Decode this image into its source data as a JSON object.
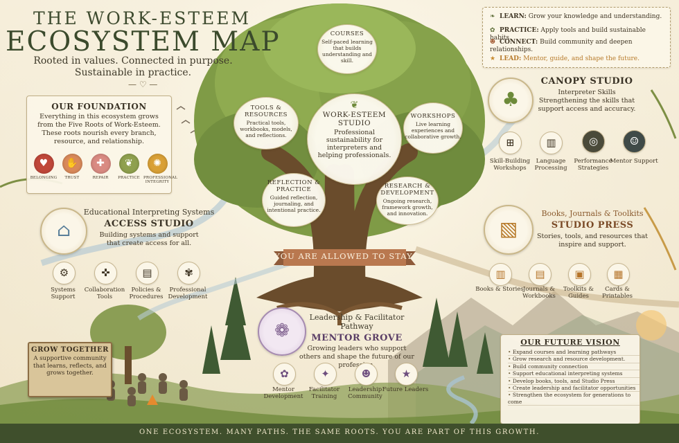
{
  "header": {
    "title_small": "THE WORK-ESTEEM",
    "title_big": "ECOSYSTEM MAP",
    "tagline_1": "Rooted in values. Connected in purpose.",
    "tagline_2": "Sustainable in practice."
  },
  "foundation": {
    "heading": "OUR FOUNDATION",
    "text": "Everything in this ecosystem grows from the Five Roots of Work-Esteem. These roots nourish every branch, resource, and relationship.",
    "roots": [
      {
        "label": "BELONGING",
        "icon": "heart-icon",
        "color": "#c0473a"
      },
      {
        "label": "TRUST",
        "icon": "handshake-icon",
        "color": "#d9895a"
      },
      {
        "label": "REPAIR",
        "icon": "bandage-icon",
        "color": "#d98a82"
      },
      {
        "label": "PRACTICE",
        "icon": "leaf-icon",
        "color": "#8fa04e"
      },
      {
        "label": "PROFESSIONAL INTEGRITY",
        "icon": "compass-icon",
        "color": "#d9a036"
      }
    ]
  },
  "legend": {
    "learn_key": "LEARN:",
    "learn_text": "Grow your knowledge and understanding.",
    "practice_key": "PRACTICE:",
    "practice_text": "Apply tools and build sustainable habits.",
    "connect_key": "CONNECT:",
    "connect_text": "Build community and deepen relationships.",
    "lead_key": "LEAD:",
    "lead_text": "Mentor, guide, and shape the future."
  },
  "tree": {
    "center": {
      "title": "WORK-ESTEEM STUDIO",
      "text": "Professional sustainability for interpreters and helping professionals."
    },
    "courses": {
      "title": "COURSES",
      "text": "Self-paced learning that builds understanding and skill."
    },
    "tools": {
      "title": "TOOLS & RESOURCES",
      "text": "Practical tools, workbooks, models, and reflections."
    },
    "workshops": {
      "title": "WORKSHOPS",
      "text": "Live learning experiences and collaborative growth."
    },
    "reflection": {
      "title": "REFLECTION & PRACTICE",
      "text": "Guided reflection, journaling, and intentional practice."
    },
    "research": {
      "title": "RESEARCH & DEVELOPMENT",
      "text": "Ongoing research, framework growth, and innovation."
    },
    "banner": "YOU ARE ALLOWED TO STAY."
  },
  "canopy": {
    "title": "CANOPY STUDIO",
    "subtitle": "Interpreter Skills",
    "text": "Strengthening the skills that support access and accuracy.",
    "items": [
      "Skill-Building Workshops",
      "Language Processing",
      "Performance Strategies",
      "Mentor Support"
    ]
  },
  "access": {
    "subtitle": "Educational Interpreting Systems",
    "title": "ACCESS STUDIO",
    "text": "Building systems and support that create access for all.",
    "items": [
      "Systems Support",
      "Collaboration Tools",
      "Policies & Procedures",
      "Professional Development"
    ]
  },
  "press": {
    "subtitle": "Books, Journals & Toolkits",
    "title": "STUDIO PRESS",
    "text": "Stories, tools, and resources that inspire and support.",
    "items": [
      "Books & Stories",
      "Journals & Workbooks",
      "Toolkits & Guides",
      "Cards & Printables"
    ]
  },
  "mentor": {
    "subtitle": "Leadership & Facilitator Pathway",
    "title": "MENTOR GROVE",
    "text": "Growing leaders who support others and shape the future of our profession.",
    "items": [
      "Mentor Development",
      "Facilitator Training",
      "Leadership Community",
      "Future Leaders"
    ]
  },
  "grow": {
    "title": "GROW TOGETHER",
    "text": "A supportive community that learns, reflects, and grows together."
  },
  "vision": {
    "title": "OUR FUTURE VISION",
    "items": [
      "Expand courses and learning pathways",
      "Grow research and resource development.",
      "Build community connection",
      "Support educational interpreting systems",
      "Develop books, tools, and Studio Press",
      "Create leadership and facilitator opportunities",
      "Strengthen the ecosystem for generations to come"
    ]
  },
  "footer": "ONE ECOSYSTEM. MANY PATHS. THE SAME ROOTS. YOU ARE PART OF THIS GROWTH."
}
